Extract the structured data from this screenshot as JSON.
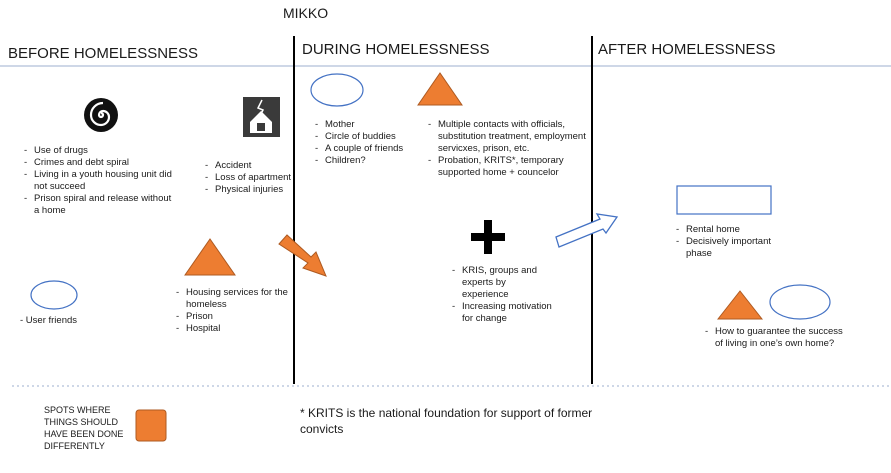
{
  "title": "MIKKO",
  "columns": {
    "before": "BEFORE HOMELESSNESS",
    "during": "DURING HOMELESSNESS",
    "after": "AFTER HOMELESSNESS"
  },
  "before": {
    "spiral_list": [
      "Use of drugs",
      "Crimes and debt spiral",
      "Living in a youth housing unit did not succeed",
      "Prison spiral and release without a home"
    ],
    "house_list": [
      "Accident",
      "Loss of apartment",
      "Physical injuries"
    ],
    "triangle_list": [
      "Housing services for the homeless",
      "Prison",
      "Hospital"
    ],
    "oval_text": "- User friends"
  },
  "during": {
    "oval_list": [
      "Mother",
      "Circle of buddies",
      "A couple of friends",
      "Children?"
    ],
    "triangle_list": [
      "Multiple contacts with officials, substitution treatment, employment servicxes, prison, etc.",
      "Probation, KRITS*, temporary supported home + councelor"
    ],
    "plus_list": [
      "KRIS, groups and experts by experience",
      "Increasing motivation for change"
    ]
  },
  "after": {
    "rect_list": [
      "Rental home",
      "Decisively important phase"
    ],
    "triangle_list": [
      "How to guarantee the success of living in one’s own home?"
    ]
  },
  "legend": {
    "text": "SPOTS WHERE THINGS SHOULD HAVE BEEN DONE DIFFERENTLY",
    "footnote": "* KRITS is the national foundation for support of former convicts"
  },
  "colors": {
    "orange": "#ed7d31",
    "blue_outline": "#4472c4",
    "divider": "#9dafcf",
    "black": "#000000"
  },
  "icons": [
    "spiral-icon",
    "broken-house-icon",
    "plus-icon",
    "arrow-icon"
  ]
}
